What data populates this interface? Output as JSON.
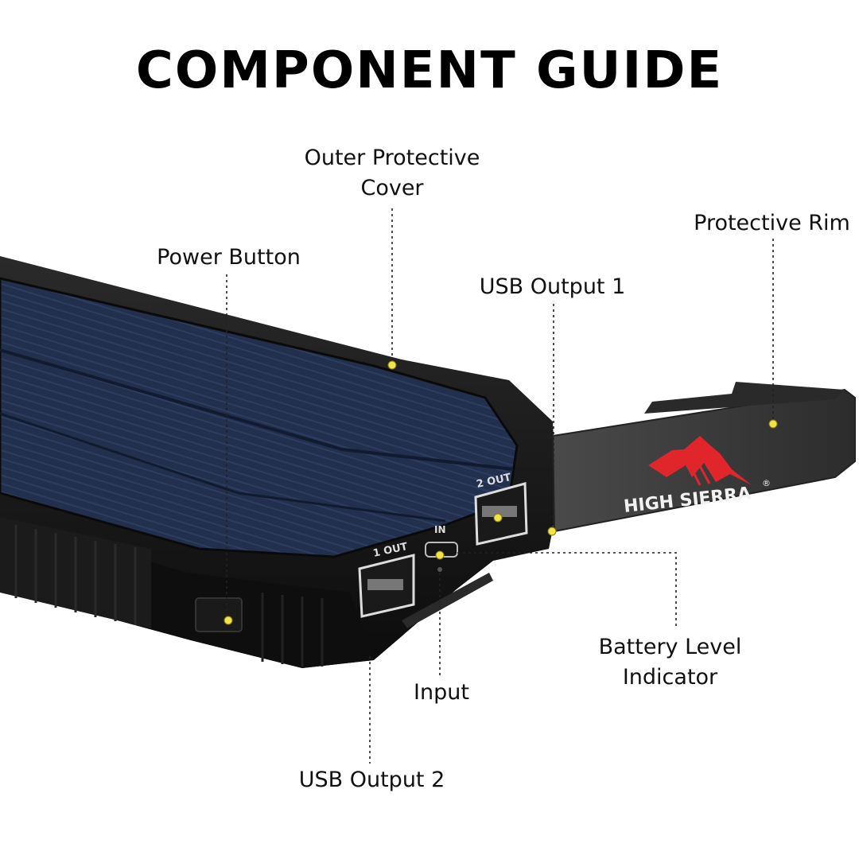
{
  "page": {
    "title": "COMPONENT GUIDE"
  },
  "callouts": {
    "outer_cover": {
      "line1": "Outer Protective",
      "line2": "Cover"
    },
    "protective_rim": "Protective Rim",
    "power_button": "Power Button",
    "usb_output_1": "USB Output 1",
    "battery_level": {
      "line1": "Battery Level",
      "line2": "Indicator"
    },
    "input": "Input",
    "usb_output_2": "USB Output 2"
  },
  "product": {
    "brand": "HIGH SIERRA",
    "registered_mark": "®",
    "port_label_1": "1 OUT",
    "port_label_2": "2 OUT",
    "input_port_label": "IN"
  },
  "colors": {
    "accent_dot": "#f2e34a",
    "brand_red": "#e0262b",
    "body": "#141414",
    "solar_panel": "#1f2a44",
    "flap": "#3a3a3a"
  }
}
